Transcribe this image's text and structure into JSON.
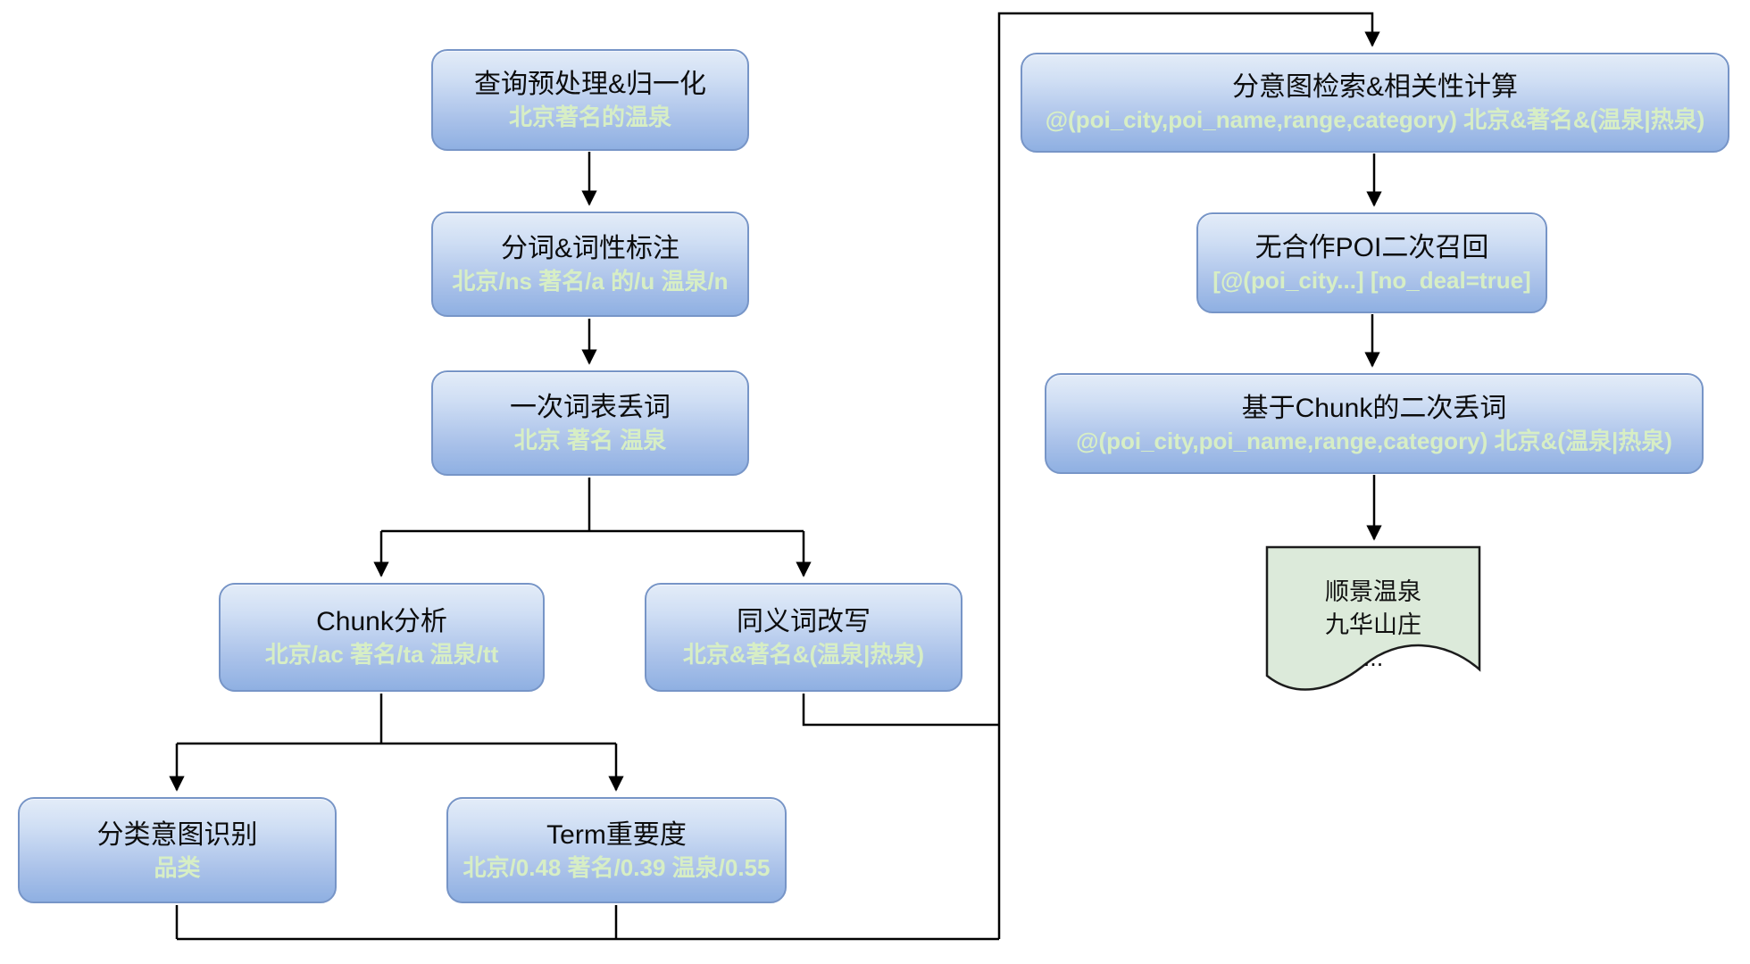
{
  "diagram": {
    "background": "#ffffff",
    "colors": {
      "node_fill_top": "#e3ecf8",
      "node_fill_bottom": "#8fb0e2",
      "node_border": "#7795c7",
      "title_text": "#0c0c0c",
      "subtitle_text": "#d7eec5",
      "connector": "#000000",
      "document_fill": "#dceada",
      "document_border": "#1c1c1c",
      "document_text": "#111111"
    },
    "nodes": {
      "preprocess": {
        "title": "查询预处理&归一化",
        "subtitle": "北京著名的温泉"
      },
      "pos_tagging": {
        "title": "分词&词性标注",
        "subtitle": "北京/ns 著名/a 的/u 温泉/n"
      },
      "first_term_drop": {
        "title": "一次词表丢词",
        "subtitle": "北京 著名 温泉"
      },
      "chunk_analysis": {
        "title": "Chunk分析",
        "subtitle": "北京/ac 著名/ta 温泉/tt"
      },
      "synonym_rewrite": {
        "title": "同义词改写",
        "subtitle": "北京&著名&(温泉|热泉)"
      },
      "category_intent": {
        "title": "分类意图识别",
        "subtitle": "品类"
      },
      "term_importance": {
        "title": "Term重要度",
        "subtitle": "北京/0.48 著名/0.39 温泉/0.55"
      },
      "intent_retrieval": {
        "title": "分意图检索&相关性计算",
        "subtitle": "@(poi_city,poi_name,range,category) 北京&著名&(温泉|热泉)"
      },
      "no_coop_recall": {
        "title": "无合作POI二次召回",
        "subtitle": "[@(poi_city...] [no_deal=true]"
      },
      "chunk_second_drop": {
        "title": "基于Chunk的二次丢词",
        "subtitle": "@(poi_city,poi_name,range,category) 北京&(温泉|热泉)"
      },
      "result_document": {
        "lines": [
          "顺景温泉",
          "九华山庄",
          "..."
        ]
      }
    }
  }
}
